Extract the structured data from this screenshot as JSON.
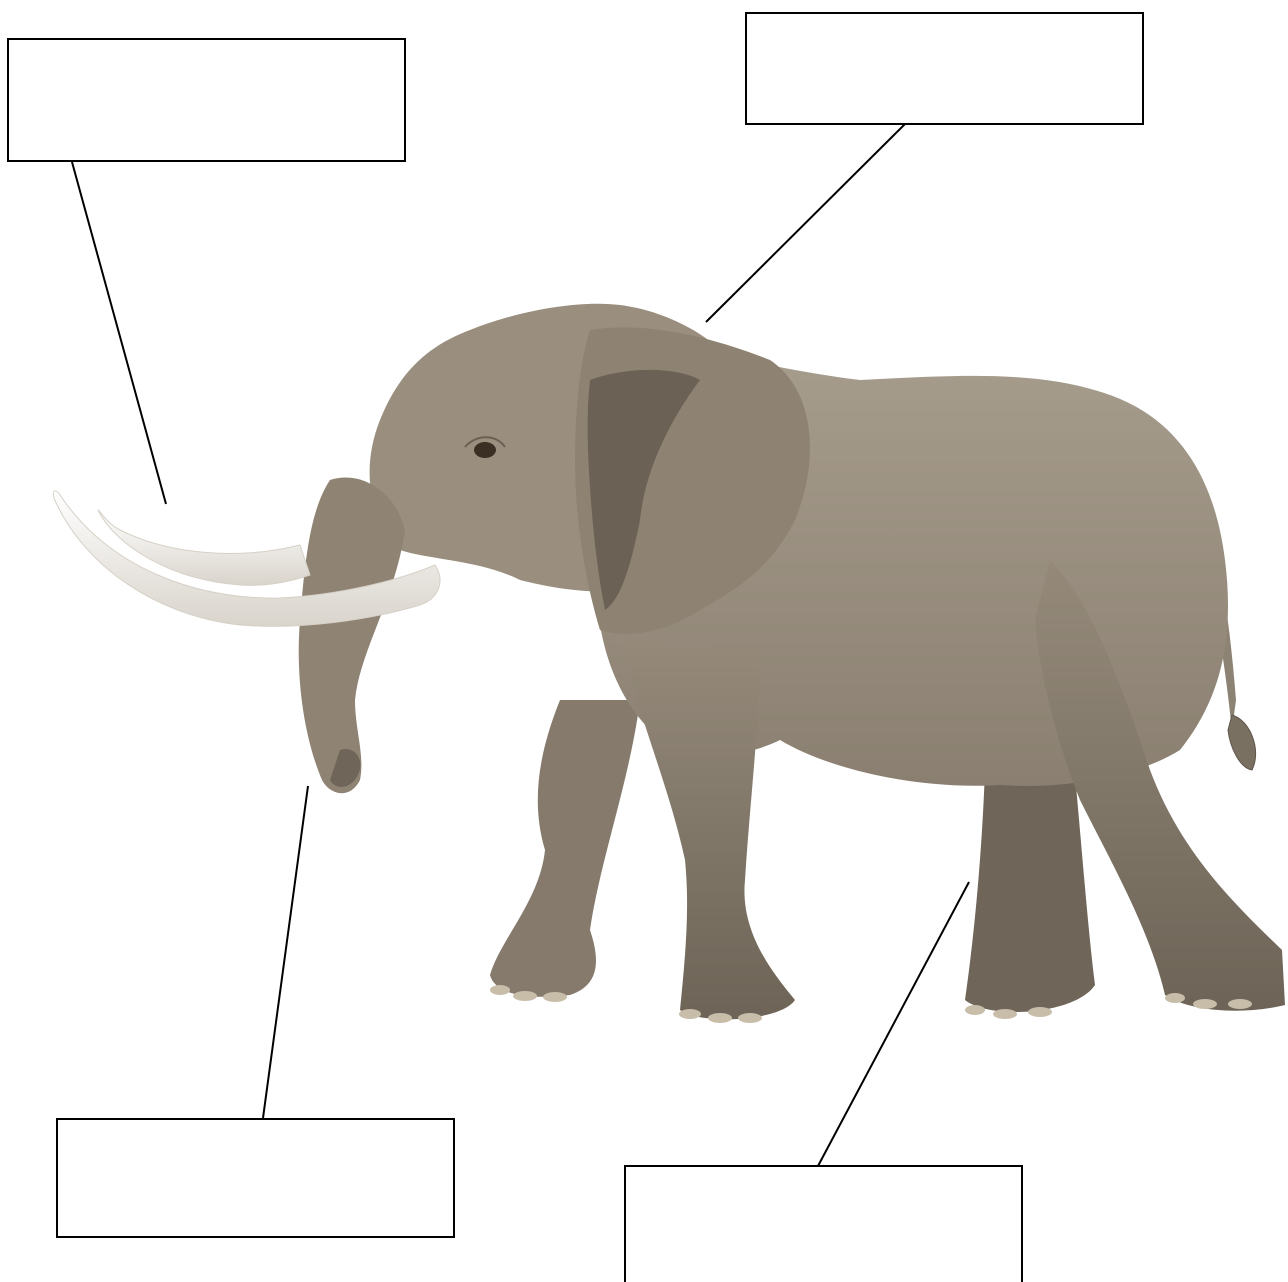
{
  "diagram": {
    "subject": "elephant",
    "labels": [
      {
        "id": "tusk",
        "text": ""
      },
      {
        "id": "ear",
        "text": ""
      },
      {
        "id": "trunk",
        "text": ""
      },
      {
        "id": "leg",
        "text": ""
      }
    ],
    "colors": {
      "skin": "#9b9080",
      "skin_dark": "#6f6558",
      "skin_light": "#b8ae9e",
      "tusk": "#f1efec",
      "box_stroke": "#000000"
    }
  }
}
